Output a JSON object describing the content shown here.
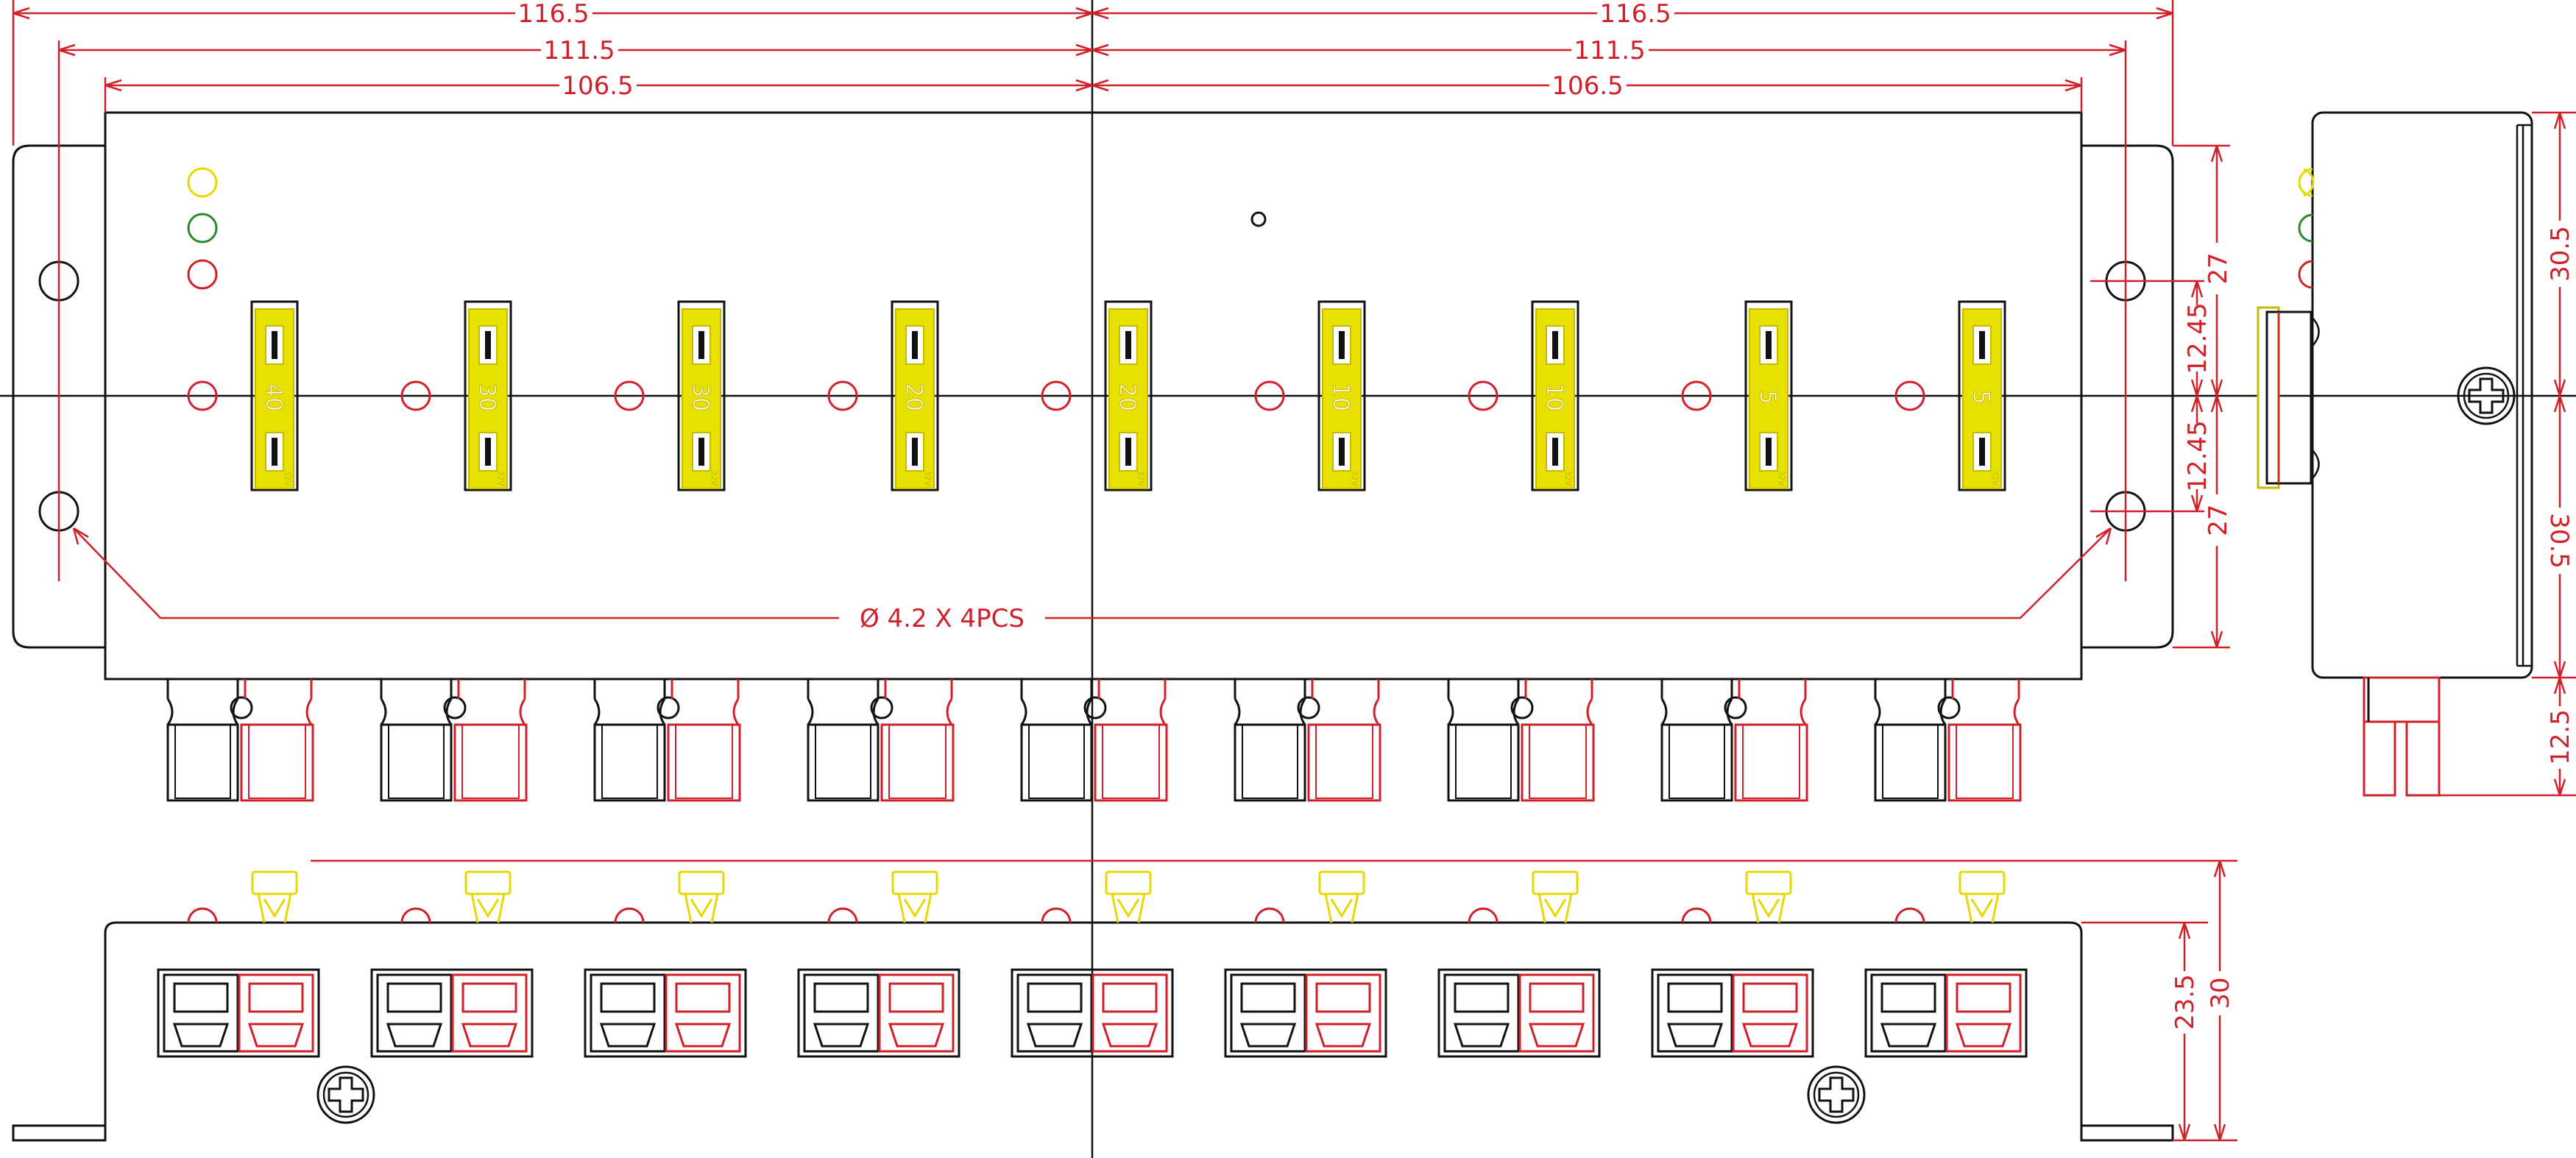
{
  "colors": {
    "outline": "#111111",
    "dimension": "#d0202a",
    "fuse": "#e8e000",
    "fuse_outline": "#c9b800",
    "led_yellow": "#e6d800",
    "led_green": "#2a8a2a",
    "led_red": "#d0202a",
    "connector_red": "#d0202a"
  },
  "dimensions": {
    "half_width_outer": "116.5",
    "half_width_mid": "111.5",
    "half_width_inner": "106.5",
    "hole_note": "Ø 4.2  X  4PCS",
    "right_upper": "27",
    "right_lower": "27",
    "right_center_upper": "12.45",
    "right_center_lower": "12.45",
    "side_upper": "30.5",
    "side_lower": "30.5",
    "side_connector": "12.5",
    "front_inner": "23.5",
    "front_outer": "30"
  },
  "fuses": [
    {
      "rating": "40"
    },
    {
      "rating": "30"
    },
    {
      "rating": "30"
    },
    {
      "rating": "20"
    },
    {
      "rating": "20"
    },
    {
      "rating": "10"
    },
    {
      "rating": "10"
    },
    {
      "rating": "5"
    },
    {
      "rating": "5"
    }
  ],
  "fuse_voltage": "32V",
  "leds": [
    {
      "icon": "led-yellow-icon"
    },
    {
      "icon": "led-green-icon"
    },
    {
      "icon": "led-red-icon"
    }
  ]
}
